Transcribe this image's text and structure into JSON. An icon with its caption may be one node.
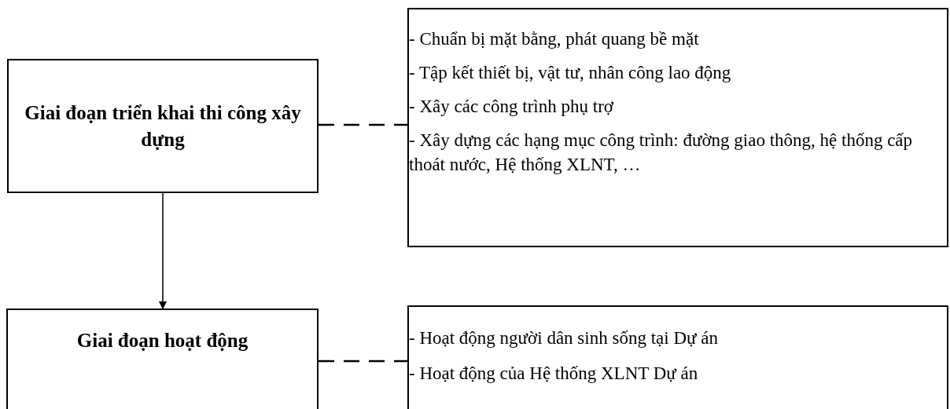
{
  "diagram": {
    "nodes": [
      {
        "text": [
          "Giai đoạn triển khai thi công xây dựng"
        ]
      },
      {
        "text": [
          "- Chuẩn bị mặt bằng, phát quang bề mặt",
          "- Tập kết thiết bị, vật tư, nhân công lao động",
          "- Xây các công trình phụ trợ",
          "- Xây dựng các hạng mục công trình: đường giao thông, hệ thống cấp thoát nước, Hệ thống XLNT, …"
        ]
      },
      {
        "text": [
          "Giai đoạn hoạt động"
        ]
      },
      {
        "text": [
          "- Hoạt động người dân sinh sống tại Dự án",
          "- Hoạt động của Hệ thống XLNT Dự án"
        ]
      }
    ],
    "edges": [
      {
        "from": 0,
        "to": 1,
        "arrow": "none",
        "style": "dashed"
      },
      {
        "from": 0,
        "to": 2,
        "arrow": "to"
      },
      {
        "from": 2,
        "to": 3,
        "arrow": "none",
        "style": "dashed"
      }
    ]
  }
}
